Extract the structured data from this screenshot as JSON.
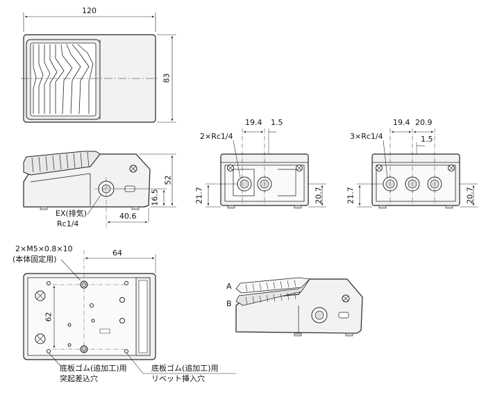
{
  "dimensions": {
    "top_width": "120",
    "top_depth": "83",
    "side_height": "52",
    "side_port_height": "16.5",
    "side_port_offset": "40.6",
    "f2_19_4": "19.4",
    "f2_1_5": "1.5",
    "f2_21_7": "21.7",
    "f2_20_7": "20.7",
    "f3_19_4": "19.4",
    "f3_20_9": "20.9",
    "f3_1_5": "1.5",
    "f3_21_7": "21.7",
    "f3_20_7": "20.7",
    "bottom_64": "64",
    "bottom_62": "62"
  },
  "labels": {
    "ex_port": "EX(排気)",
    "ex_port_size": "Rc1/4",
    "ports_2": "2×Rc1/4",
    "ports_3": "3×Rc1/4",
    "mount_holes": "2×M5×0.8×10",
    "mount_holes_note": "(本体固定用)",
    "rubber_protrusion_1": "底板ゴム(追加工)用",
    "rubber_protrusion_2": "突起差込穴",
    "rubber_rivet_1": "底板ゴム(追加工)用",
    "rubber_rivet_2": "リベット挿入穴",
    "pos_a": "A",
    "pos_b": "B"
  }
}
